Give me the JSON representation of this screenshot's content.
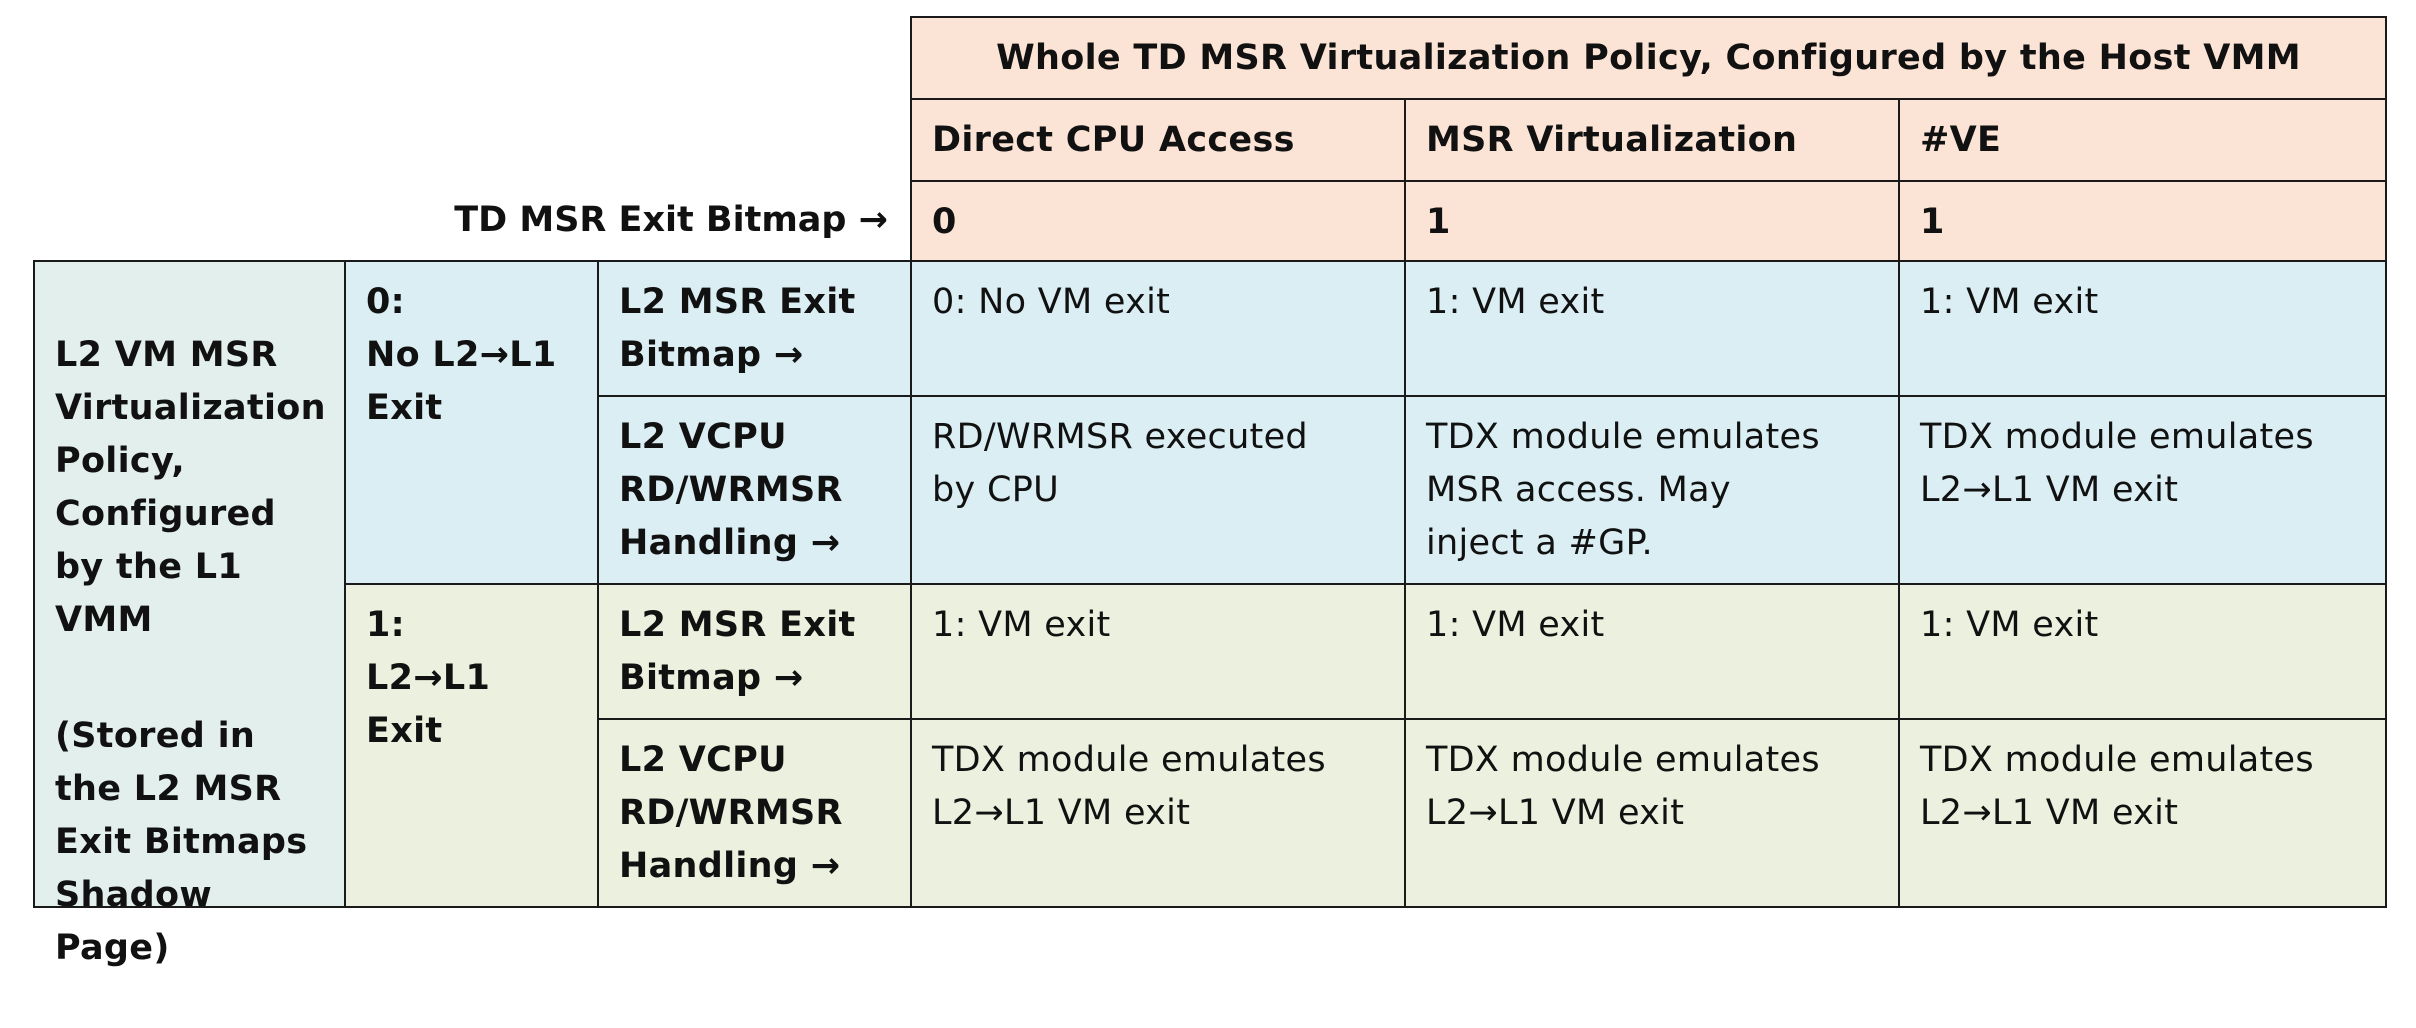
{
  "table": {
    "header_title": "Whole TD MSR Virtualization Policy, Configured by the Host VMM",
    "columns": [
      "Direct CPU Access",
      "MSR Virtualization",
      "#VE"
    ],
    "td_bitmap_label": "TD MSR Exit Bitmap →",
    "td_bitmap_values": [
      "0",
      "1",
      "1"
    ],
    "left_policy": {
      "main": "L2 VM MSR\nVirtualization\nPolicy,\nConfigured\nby the L1\nVMM",
      "note": "(Stored in\nthe L2 MSR\nExit Bitmaps\nShadow\nPage)"
    },
    "groups": [
      {
        "label": "0:\nNo L2→L1\nExit",
        "rows": [
          {
            "label": "L2 MSR Exit\nBitmap →",
            "cells": [
              "0:  No VM exit",
              "1:  VM exit",
              "1:  VM exit"
            ]
          },
          {
            "label": "L2 VCPU\nRD/WRMSR\nHandling →",
            "cells": [
              "RD/WRMSR executed\nby CPU",
              "TDX module emulates\nMSR access.  May\ninject a #GP.",
              "TDX module emulates\nL2→L1 VM exit"
            ]
          }
        ]
      },
      {
        "label": "1:\nL2→L1\nExit",
        "rows": [
          {
            "label": "L2 MSR Exit\nBitmap →",
            "cells": [
              "1:  VM exit",
              "1:  VM exit",
              "1:  VM exit"
            ]
          },
          {
            "label": "L2 VCPU\nRD/WRMSR\nHandling →",
            "cells": [
              "TDX module emulates\nL2→L1 VM exit",
              "TDX module emulates\nL2→L1 VM exit",
              "TDX module emulates\nL2→L1 VM exit"
            ]
          }
        ]
      }
    ]
  }
}
